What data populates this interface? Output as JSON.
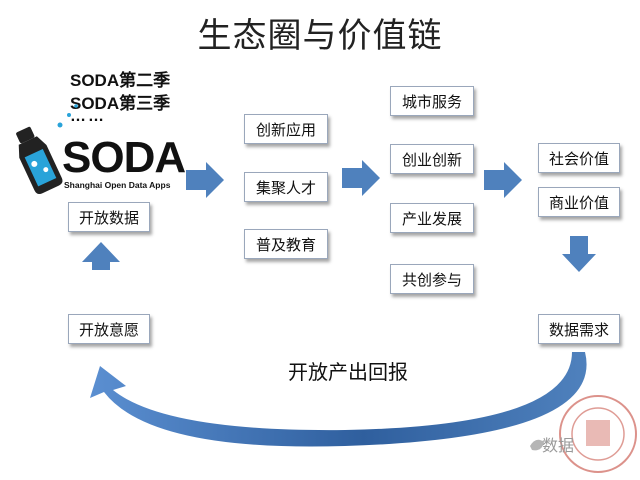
{
  "title": "生态圈与价值链",
  "seasons": [
    "SODA第二季",
    "SODA第三季"
  ],
  "ellipsis": "……",
  "logo": {
    "text": "SODA",
    "subtitle": "Shanghai Open Data Apps"
  },
  "left_column": {
    "open_data": "开放数据",
    "open_willingness": "开放意愿"
  },
  "activities": [
    "创新应用",
    "集聚人才",
    "普及教育"
  ],
  "outcomes": [
    "城市服务",
    "创业创新",
    "产业发展",
    "共创参与"
  ],
  "values": [
    "社会价值",
    "商业价值"
  ],
  "data_demand": "数据需求",
  "return_label": "开放产出回报",
  "watermark": "数据",
  "colors": {
    "arrow": "#4f81bd",
    "arrow_dark": "#1f4a7e",
    "box_border": "#9aa7bb",
    "seal": "#c0392b"
  }
}
